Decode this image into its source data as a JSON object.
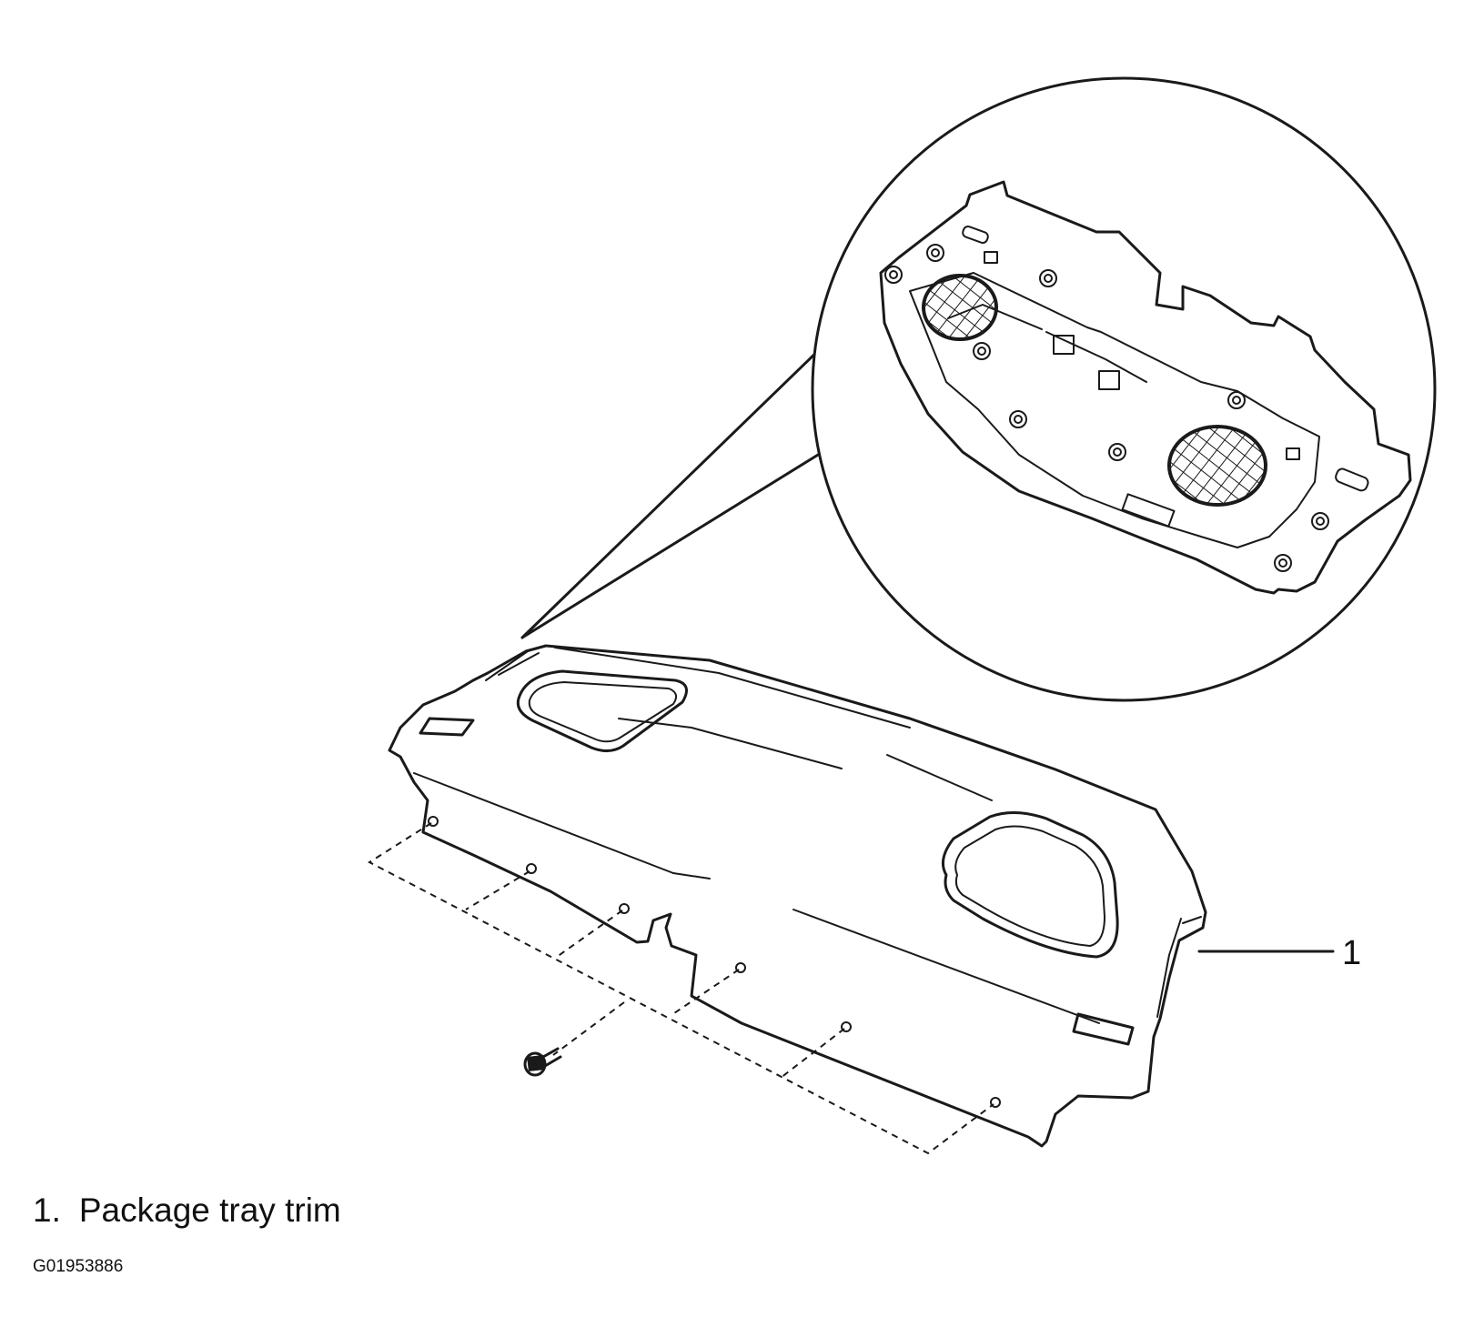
{
  "callout": {
    "number": "1"
  },
  "legend": [
    {
      "number": "1.",
      "label": "Package tray trim"
    }
  ],
  "figure_code": "G01953886"
}
